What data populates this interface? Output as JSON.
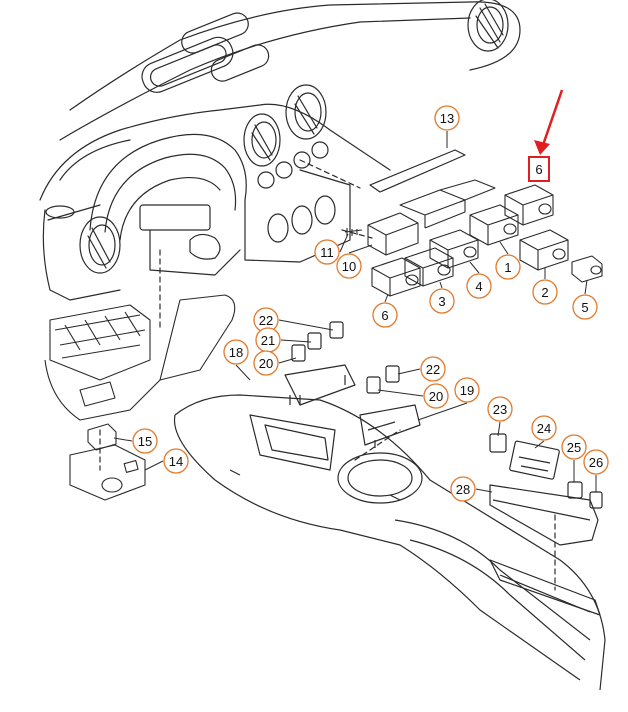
{
  "colors": {
    "line": "#2b2b2b",
    "callout_ring": "#e07a2e",
    "callout_text": "#111111",
    "highlight": "#e02020",
    "background": "#ffffff"
  },
  "callouts": [
    {
      "id": "c13",
      "label": "13"
    },
    {
      "id": "c6top",
      "label": "6",
      "highlighted": true
    },
    {
      "id": "c11",
      "label": "11"
    },
    {
      "id": "c10",
      "label": "10"
    },
    {
      "id": "c1",
      "label": "1"
    },
    {
      "id": "c2",
      "label": "2"
    },
    {
      "id": "c4",
      "label": "4"
    },
    {
      "id": "c3",
      "label": "3"
    },
    {
      "id": "c5",
      "label": "5"
    },
    {
      "id": "c6",
      "label": "6"
    },
    {
      "id": "c22a",
      "label": "22"
    },
    {
      "id": "c21",
      "label": "21"
    },
    {
      "id": "c18",
      "label": "18"
    },
    {
      "id": "c20a",
      "label": "20"
    },
    {
      "id": "c22b",
      "label": "22"
    },
    {
      "id": "c20b",
      "label": "20"
    },
    {
      "id": "c19",
      "label": "19"
    },
    {
      "id": "c15",
      "label": "15"
    },
    {
      "id": "c14",
      "label": "14"
    },
    {
      "id": "c23",
      "label": "23"
    },
    {
      "id": "c24",
      "label": "24"
    },
    {
      "id": "c25",
      "label": "25"
    },
    {
      "id": "c26",
      "label": "26"
    },
    {
      "id": "c28",
      "label": "28"
    }
  ]
}
